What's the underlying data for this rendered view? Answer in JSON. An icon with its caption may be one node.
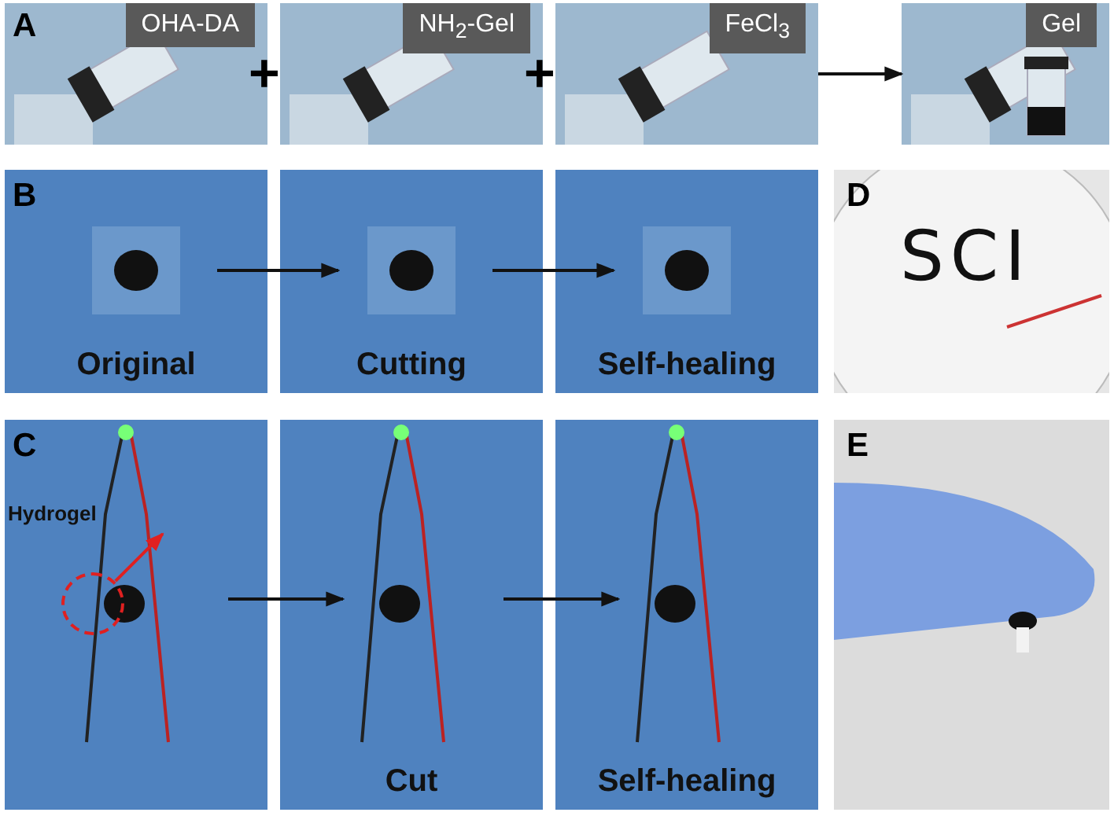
{
  "diagram": {
    "nodes": [
      {
        "text": [
          "OHA-DA"
        ]
      },
      {
        "text": [
          "NH$_{2}$-Gel"
        ]
      },
      {
        "text": [
          "FeCl$_{3}$"
        ]
      },
      {
        "text": [
          "Gel"
        ]
      },
      {
        "text": [
          "Original"
        ]
      },
      {
        "text": [
          "Cutting"
        ]
      },
      {
        "text": [
          "Self-healing"
        ]
      },
      {
        "text": [
          "SCI"
        ]
      },
      {
        "text": [
          "Hydrogel"
        ]
      },
      {
        "text": [],
        "shape": "circle",
        "in": 8
      },
      {
        "text": [
          "Cut"
        ]
      },
      {
        "text": [
          "Self-healing"
        ]
      },
      {
        "text": [],
        "shape": "picture"
      }
    ],
    "edges": [
      {
        "from": 2,
        "to": 3,
        "arrow": "to"
      },
      {
        "from": 4,
        "to": 5,
        "arrow": "to"
      },
      {
        "from": 5,
        "to": 6,
        "arrow": "to"
      },
      {
        "from": 8,
        "to": 10,
        "arrow": "to"
      },
      {
        "from": 10,
        "to": 11,
        "arrow": "to"
      },
      {
        "from": 9,
        "to": null,
        "arrow": "to",
        "color": "#e02020"
      }
    ],
    "labels": [
      "A",
      "+",
      "+",
      "B",
      "D",
      "C",
      "E"
    ]
  }
}
